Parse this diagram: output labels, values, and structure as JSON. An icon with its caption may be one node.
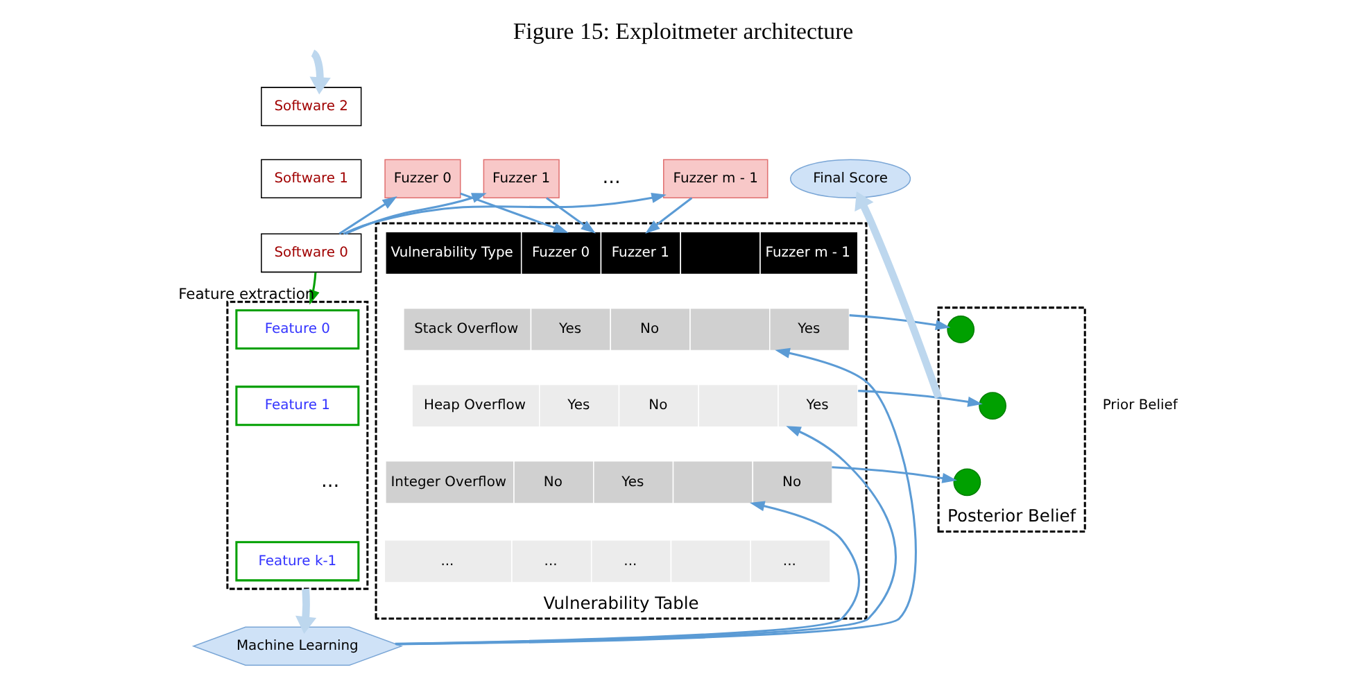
{
  "diagram": {
    "title": "Figure 15: Exploitmeter architecture",
    "nodes": [
      {
        "text": [
          "Software 2"
        ]
      },
      {
        "text": [
          "Software 1"
        ]
      },
      {
        "text": [
          "Software 0"
        ]
      },
      {
        "text": [],
        "shape": "box"
      },
      {
        "text": [
          "Feature 0"
        ],
        "in": 3
      },
      {
        "text": [
          "Feature 1"
        ],
        "in": 3
      },
      {
        "text": [
          "Feature k-1"
        ],
        "in": 3
      },
      {
        "text": [
          "Machine Learning"
        ]
      },
      {
        "text": [
          "Fuzzer 0"
        ]
      },
      {
        "text": [
          "Fuzzer 1"
        ]
      },
      {
        "text": [
          "Fuzzer m - 1"
        ]
      },
      {
        "text": [
          "Vulnerability Table"
        ]
      },
      {
        "text": [
          "Vulnerability Type",
          "Fuzzer 0",
          "Fuzzer 1",
          "Fuzzer m - 1"
        ],
        "in": 11
      },
      {
        "text": [
          "Stack Overflow",
          "Yes",
          "No",
          "Yes"
        ],
        "in": 11
      },
      {
        "text": [
          "Heap Overflow",
          "Yes",
          "No",
          "Yes"
        ],
        "in": 11
      },
      {
        "text": [
          "Integer Overflow",
          "No",
          "Yes",
          "No"
        ],
        "in": 11
      },
      {
        "text": [
          "...",
          "...",
          "...",
          "..."
        ],
        "in": 11
      },
      {
        "text": [
          "Posterior Belief"
        ]
      },
      {
        "text": [],
        "shape": "circle",
        "in": 17
      },
      {
        "text": [],
        "shape": "circle",
        "in": 17
      },
      {
        "text": [],
        "shape": "circle",
        "in": 17
      },
      {
        "text": [
          "Final Score"
        ]
      }
    ],
    "edges": [
      {
        "from": null,
        "to": 0,
        "arrow": "to",
        "style": "thick",
        "color": "#bdd7ee"
      },
      {
        "from": 2,
        "to": 3,
        "arrow": "to",
        "label": "Feature extraction",
        "color": "#00a000"
      },
      {
        "from": 2,
        "to": 8,
        "arrow": "to"
      },
      {
        "from": 2,
        "to": 9,
        "arrow": "to"
      },
      {
        "from": 2,
        "to": 10,
        "arrow": "to"
      },
      {
        "from": 8,
        "to": 12,
        "arrow": "to"
      },
      {
        "from": 9,
        "to": 12,
        "arrow": "to"
      },
      {
        "from": 10,
        "to": 12,
        "arrow": "to"
      },
      {
        "from": 3,
        "to": 7,
        "arrow": "to",
        "style": "thick",
        "color": "#bdd7ee"
      },
      {
        "from": 7,
        "to": 13,
        "arrow": "to"
      },
      {
        "from": 7,
        "to": 14,
        "arrow": "to"
      },
      {
        "from": 7,
        "to": 15,
        "arrow": "to"
      },
      {
        "from": 13,
        "to": 18,
        "arrow": "to"
      },
      {
        "from": 14,
        "to": 19,
        "arrow": "to"
      },
      {
        "from": 15,
        "to": 20,
        "arrow": "to"
      },
      {
        "from": 17,
        "to": 21,
        "arrow": "to",
        "style": "thick",
        "color": "#bdd7ee"
      }
    ],
    "labels": [
      "...",
      "...",
      "Prior Belief"
    ]
  }
}
